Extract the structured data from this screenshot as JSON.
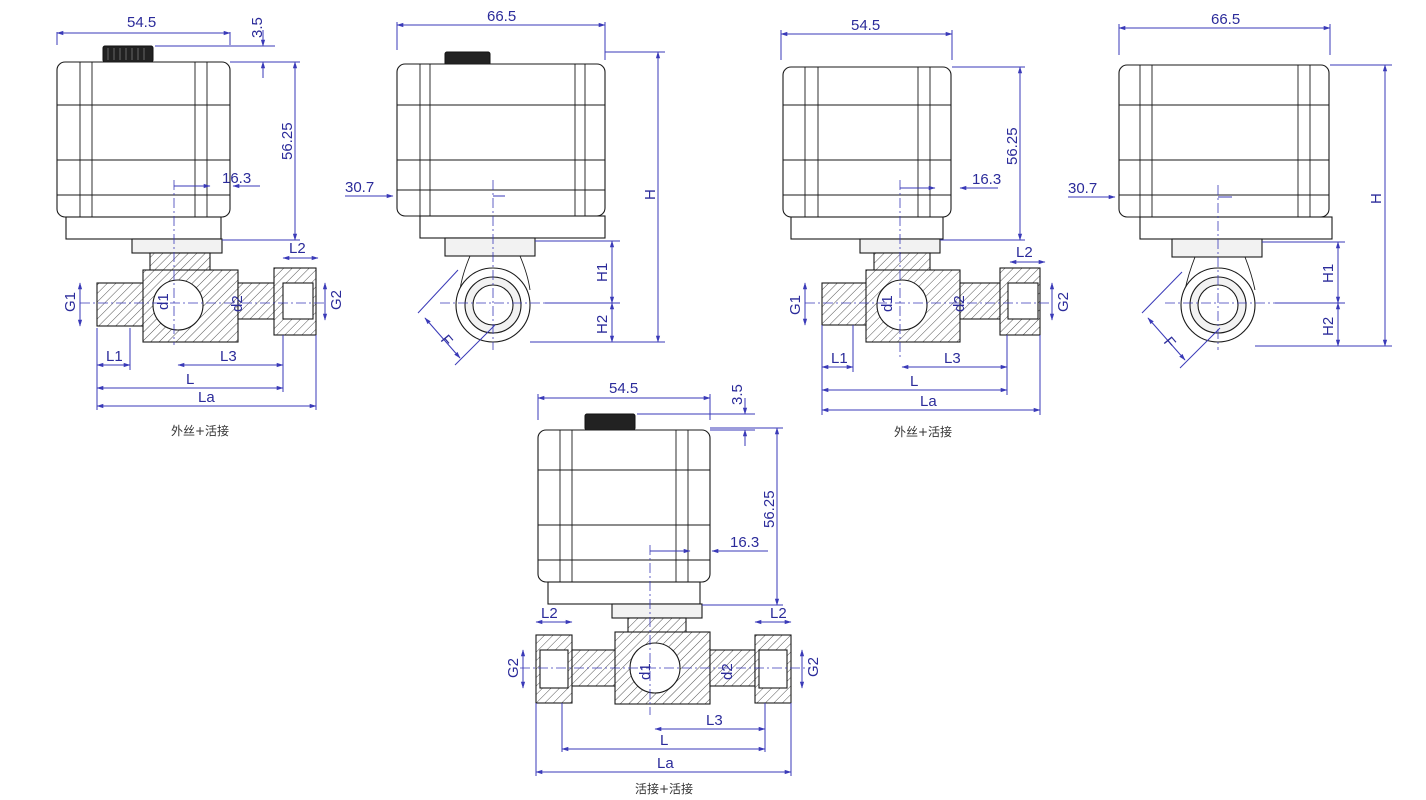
{
  "labels": {
    "top_width_small": "54.5",
    "top_width_large": "66.5",
    "knob_height": "3.5",
    "actuator_height": "56.25",
    "stem_offset": "16.3",
    "side_offset": "30.7",
    "H": "H",
    "H1": "H1",
    "H2": "H2",
    "F": "F",
    "G1": "G1",
    "G2": "G2",
    "d1": "d1",
    "d2": "d2",
    "L": "L",
    "L1": "L1",
    "L2": "L2",
    "L3": "L3",
    "La": "La"
  },
  "captions": {
    "view1": "外丝+活接",
    "view3": "外丝+活接",
    "view5": "活接+活接"
  }
}
